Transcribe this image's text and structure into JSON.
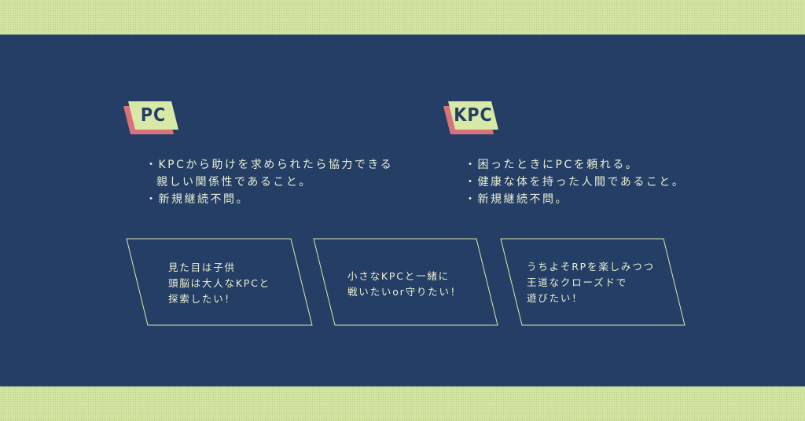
{
  "left": {
    "tag": "PC",
    "bullets": [
      "・KPCから助けを求められたら協力できる",
      "親しい関係性であること。",
      "・新規継続不問。"
    ],
    "card": [
      "見た目は子供",
      "頭脳は大人なKPCと",
      "探索したい！"
    ]
  },
  "right": {
    "tag": "KPC",
    "bullets": [
      "・困ったときにPCを頼れる。",
      "・健康な体を持った人間であること。",
      "・新規継続不問。"
    ]
  },
  "cards": [
    [
      "見た目は子供",
      "頭脳は大人なKPCと",
      "探索したい！"
    ],
    [
      "小さなKPCと一緒に",
      "戦いたいor守りたい！"
    ],
    [
      "うちよそRPを楽しみつつ",
      "王道なクローズドで",
      "遊びたい！"
    ]
  ],
  "colors": {
    "navy": "#253e66",
    "lime": "#d8e8a6",
    "pink": "#d9727a",
    "text": "#e8efd2"
  }
}
